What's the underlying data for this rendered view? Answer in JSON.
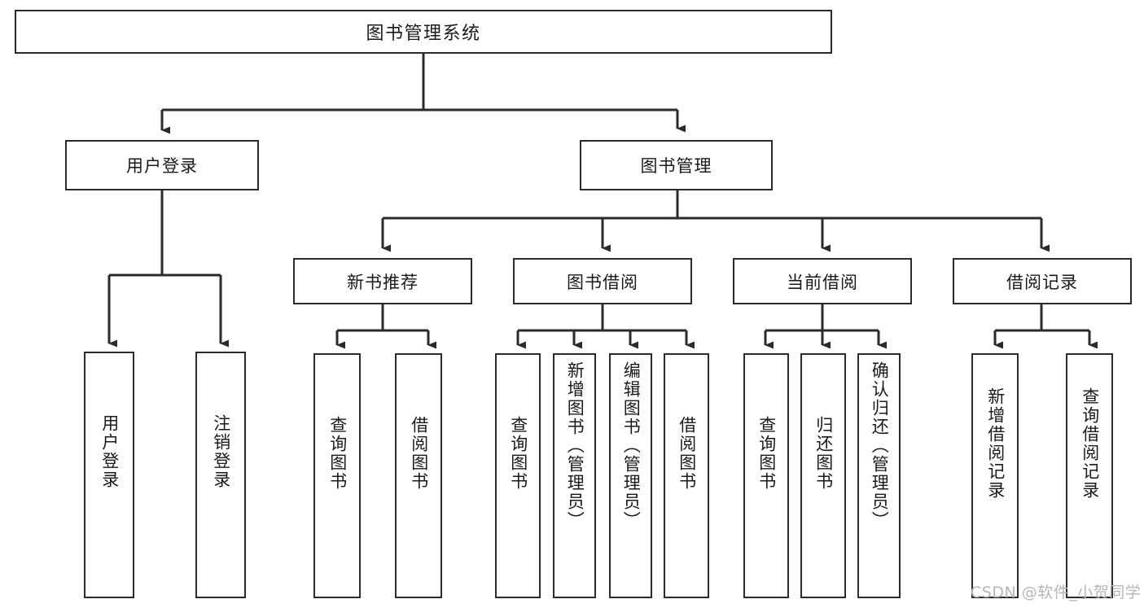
{
  "diagram": {
    "type": "tree-hierarchy",
    "title": "图书管理系统",
    "watermark": "CSDN @软件_小贺同学",
    "colors": {
      "stroke": "#2b2b2b",
      "fill": "#ffffff",
      "text": "#1a1a1a",
      "watermark": "#b6b6b6",
      "background": "#ffffff"
    },
    "nodes": {
      "root": {
        "label": "图书管理系统",
        "orientation": "horizontal"
      },
      "level1": [
        {
          "id": "user-login",
          "label": "用户登录",
          "orientation": "horizontal"
        },
        {
          "id": "book-management",
          "label": "图书管理",
          "orientation": "horizontal"
        }
      ],
      "level2": [
        {
          "id": "new-book-recommend",
          "label": "新书推荐",
          "orientation": "horizontal"
        },
        {
          "id": "book-borrow",
          "label": "图书借阅",
          "orientation": "horizontal"
        },
        {
          "id": "current-borrow",
          "label": "当前借阅",
          "orientation": "horizontal"
        },
        {
          "id": "borrow-record",
          "label": "借阅记录",
          "orientation": "horizontal"
        }
      ],
      "leaves": {
        "user-login": [
          {
            "id": "leaf-user-login",
            "label": "用户登录",
            "orientation": "vertical"
          },
          {
            "id": "leaf-logout-login",
            "label": "注销登录",
            "orientation": "vertical"
          }
        ],
        "new-book-recommend": [
          {
            "id": "leaf-query-book-1",
            "label": "查询图书",
            "orientation": "vertical"
          },
          {
            "id": "leaf-borrow-book-1",
            "label": "借阅图书",
            "orientation": "vertical"
          }
        ],
        "book-borrow": [
          {
            "id": "leaf-query-book-2",
            "label": "查询图书",
            "orientation": "vertical"
          },
          {
            "id": "leaf-add-book",
            "label": "新增图书（管理员）",
            "orientation": "vertical"
          },
          {
            "id": "leaf-edit-book",
            "label": "编辑图书（管理员）",
            "orientation": "vertical"
          },
          {
            "id": "leaf-borrow-book-2",
            "label": "借阅图书",
            "orientation": "vertical"
          }
        ],
        "current-borrow": [
          {
            "id": "leaf-query-book-3",
            "label": "查询图书",
            "orientation": "vertical"
          },
          {
            "id": "leaf-return-book",
            "label": "归还图书",
            "orientation": "vertical"
          },
          {
            "id": "leaf-confirm-return",
            "label": "确认归还（管理员）",
            "orientation": "vertical"
          }
        ],
        "borrow-record": [
          {
            "id": "leaf-add-record",
            "label": "新增借阅记录",
            "orientation": "vertical"
          },
          {
            "id": "leaf-query-record",
            "label": "查询借阅记录",
            "orientation": "vertical"
          }
        ]
      }
    }
  }
}
